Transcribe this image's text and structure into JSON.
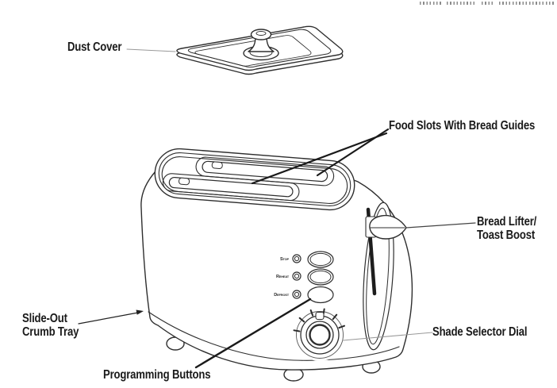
{
  "document": {
    "kind": "appliance parts diagram",
    "illustration_alt": "Line drawing of a two-slice toaster with its dust cover shown above it",
    "top_edge_fragment": "(illegible line of text clipped at top edge)"
  },
  "labels": {
    "dust_cover": "Dust Cover",
    "food_slots": "Food Slots With Bread Guides",
    "bread_lifter": [
      "Bread Lifter/",
      "Toast Boost"
    ],
    "crumb_tray": [
      "Slide-Out",
      "Crumb Tray"
    ],
    "programming_buttons": "Programming Buttons",
    "shade_dial": "Shade Selector Dial"
  },
  "control_panel": {
    "buttons": [
      "Stop",
      "Reheat",
      "Defrost"
    ]
  },
  "colors": {
    "background": "#ffffff",
    "line_art": "#2e2e2e",
    "label_text": "#1a1a1a",
    "leader_thick": "#1a1a1a",
    "leader_thin": "#999999"
  }
}
